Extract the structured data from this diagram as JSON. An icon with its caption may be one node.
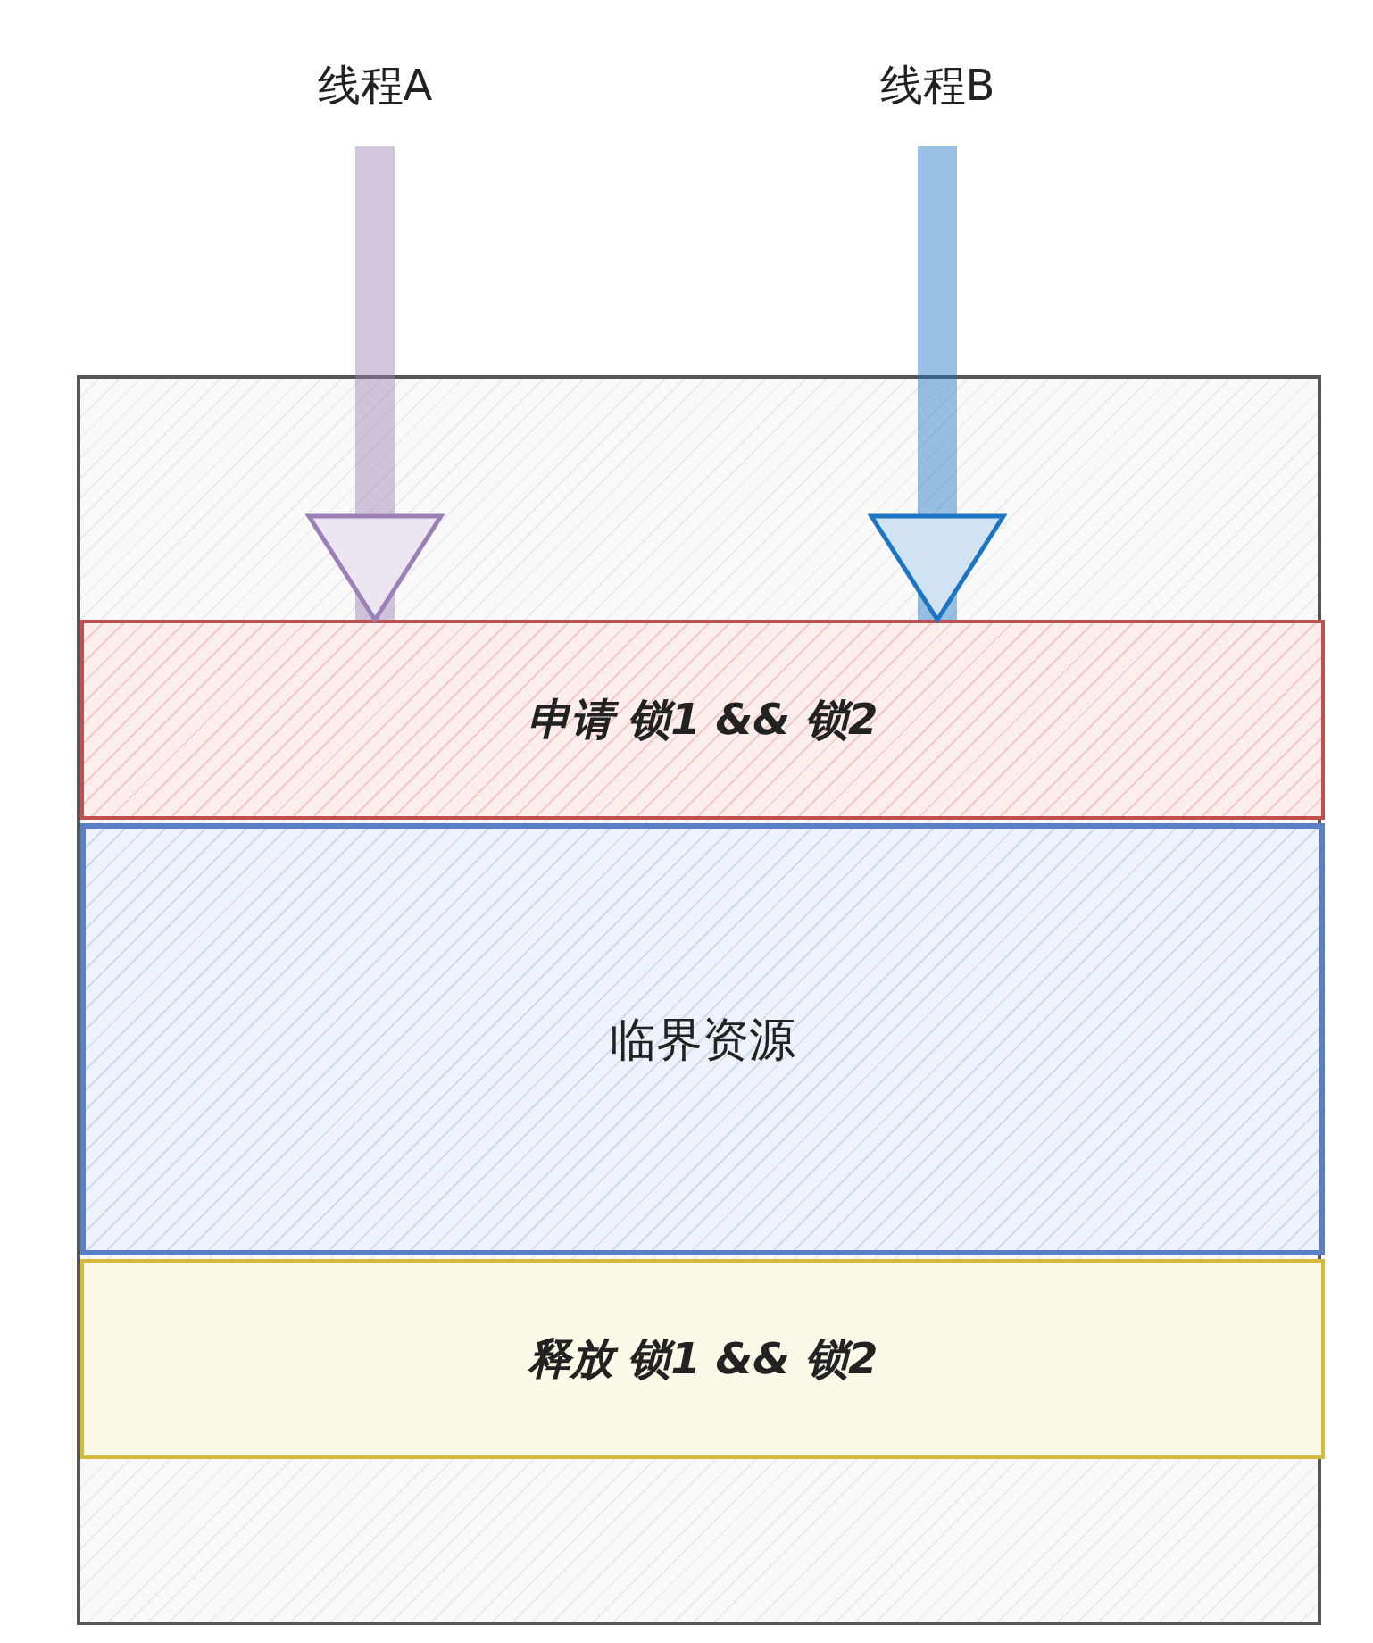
{
  "diagram": {
    "nodes": [
      {
        "text": [
          "线程A"
        ]
      },
      {
        "text": [
          "线程B"
        ]
      },
      {
        "text": [],
        "shape": "box"
      },
      {
        "text": [
          "申请 锁1 && 锁2"
        ],
        "in": 2
      },
      {
        "text": [
          "临界资源"
        ],
        "in": 2
      },
      {
        "text": [
          "释放 锁1 && 锁2"
        ],
        "in": 2
      }
    ],
    "edges": [
      {
        "from": 0,
        "to": 3,
        "arrow": "to",
        "color": "#9b80b8"
      },
      {
        "from": 1,
        "to": 3,
        "arrow": "to",
        "color": "#1b75c0"
      }
    ]
  }
}
